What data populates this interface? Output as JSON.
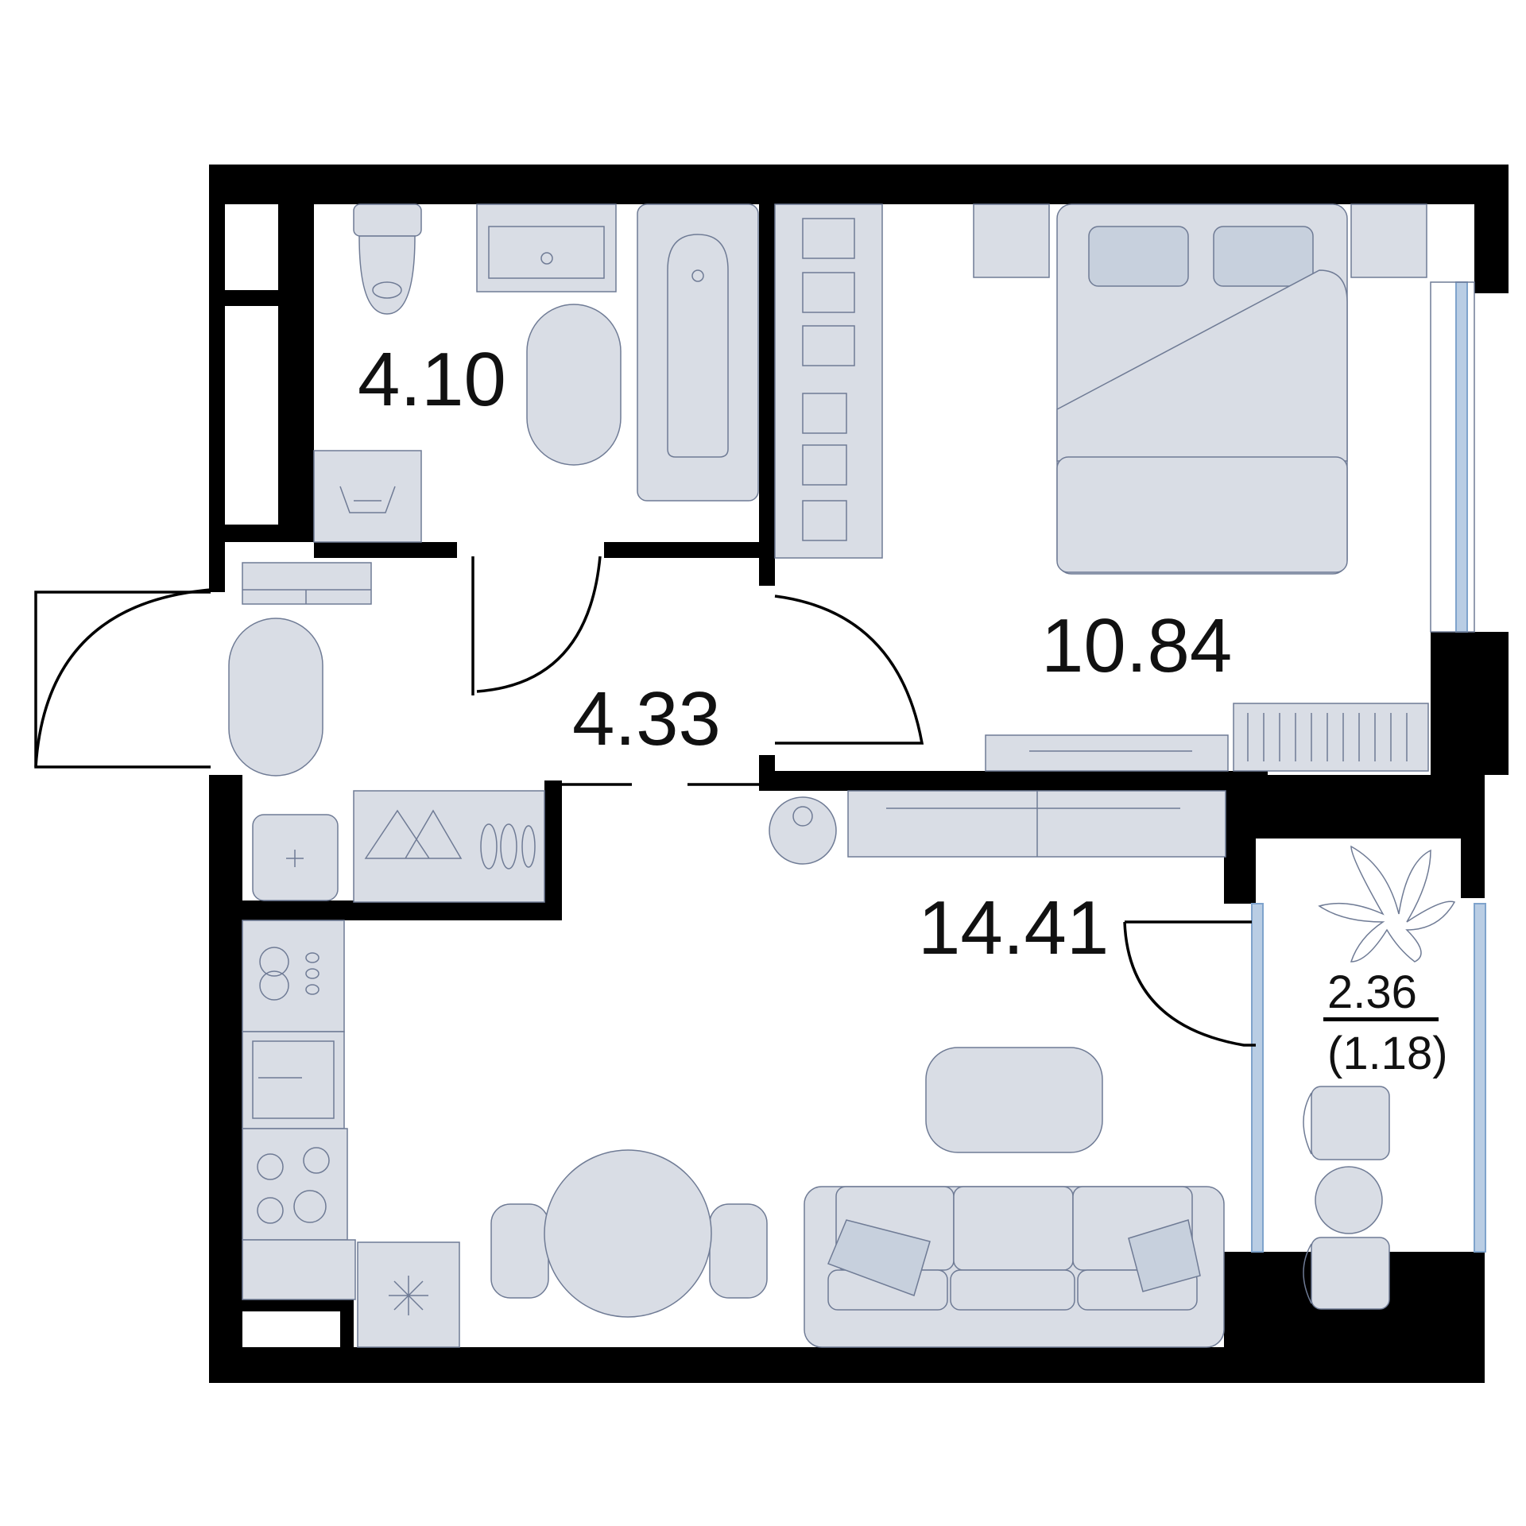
{
  "rooms": {
    "bathroom": {
      "area": "4.10"
    },
    "hallway": {
      "area": "4.33"
    },
    "bedroom": {
      "area": "10.84"
    },
    "living_kitchen": {
      "area": "14.41"
    },
    "balcony": {
      "area": "2.36",
      "reduced_area": "(1.18)"
    }
  },
  "icons": {
    "toilet": "toilet-icon",
    "sink": "sink-icon",
    "bathtub": "bathtub-icon",
    "washer": "washing-machine-icon",
    "bed": "double-bed-icon",
    "sofa": "sofa-icon",
    "table": "round-table-icon",
    "fridge": "snowflake-icon",
    "stove": "stove-icon",
    "plant": "plant-icon",
    "robot": "robot-vacuum-icon"
  },
  "colors": {
    "walls": "#000000",
    "furniture": "#d9dde5",
    "accent": "#c7d0dd",
    "glass": "#b9cde4"
  }
}
